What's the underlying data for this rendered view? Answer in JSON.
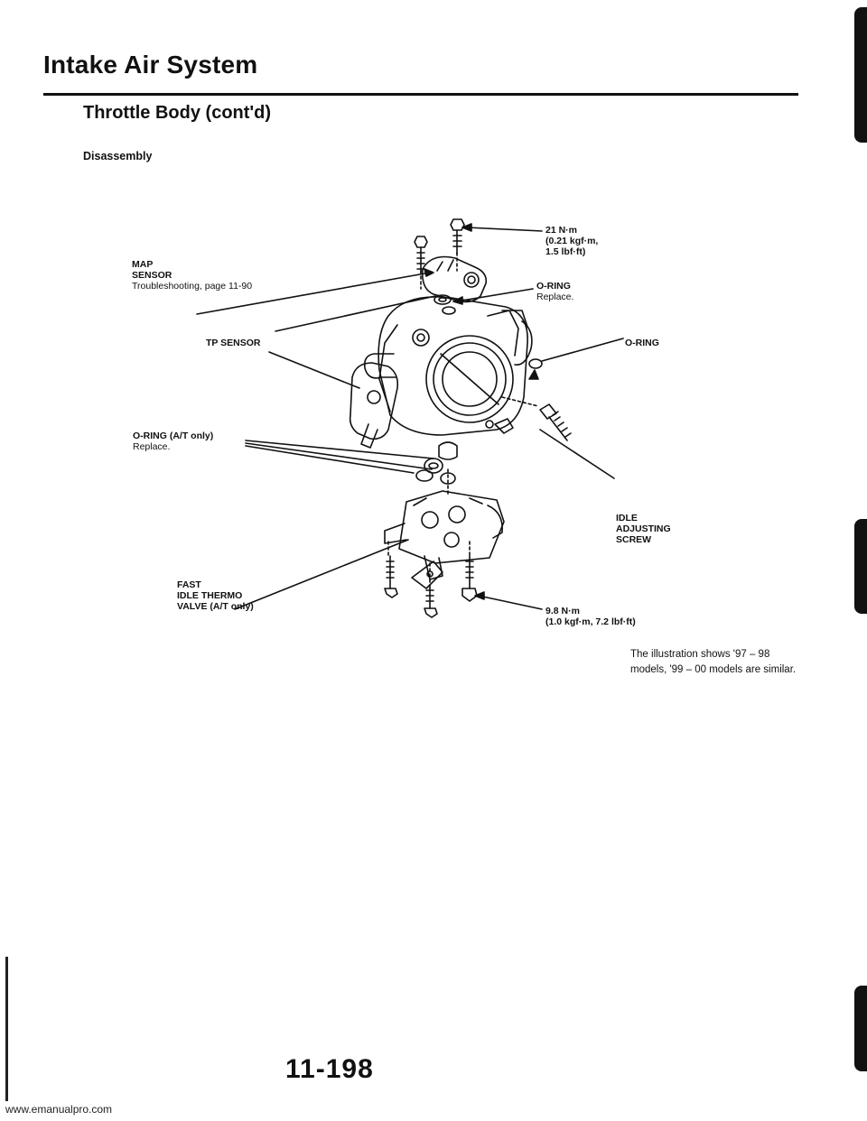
{
  "header": {
    "title": "Intake Air System",
    "subtitle": "Throttle Body (cont'd)",
    "section": "Disassembly"
  },
  "labels": {
    "torque_top_value": "21 N·m",
    "torque_top_conv": "(0.21 kgf·m,",
    "torque_top_conv2": "1.5 lbf·ft)",
    "map_sensor_1": "MAP",
    "map_sensor_2": "SENSOR",
    "map_sensor_ref": "Troubleshooting, page 11-90",
    "oring_top": "O-RING",
    "oring_top_note": "Replace.",
    "tp_sensor": "TP SENSOR",
    "oring_right": "O-RING",
    "oring_at": "O-RING (A/T only)",
    "oring_at_note": "Replace.",
    "idle_screw_1": "IDLE",
    "idle_screw_2": "ADJUSTING",
    "idle_screw_3": "SCREW",
    "fast_idle_1": "FAST",
    "fast_idle_2": "IDLE THERMO",
    "fast_idle_3": "VALVE (A/T only)",
    "torque_bottom_value": "9.8 N·m",
    "torque_bottom_conv": "(1.0 kgf·m, 7.2 lbf·ft)"
  },
  "note": {
    "line1": "The illustration shows '97 – 98",
    "line2": "models, '99 – 00 models are similar."
  },
  "footer": {
    "page_number": "11-198",
    "url": "www.emanualpro.com"
  }
}
